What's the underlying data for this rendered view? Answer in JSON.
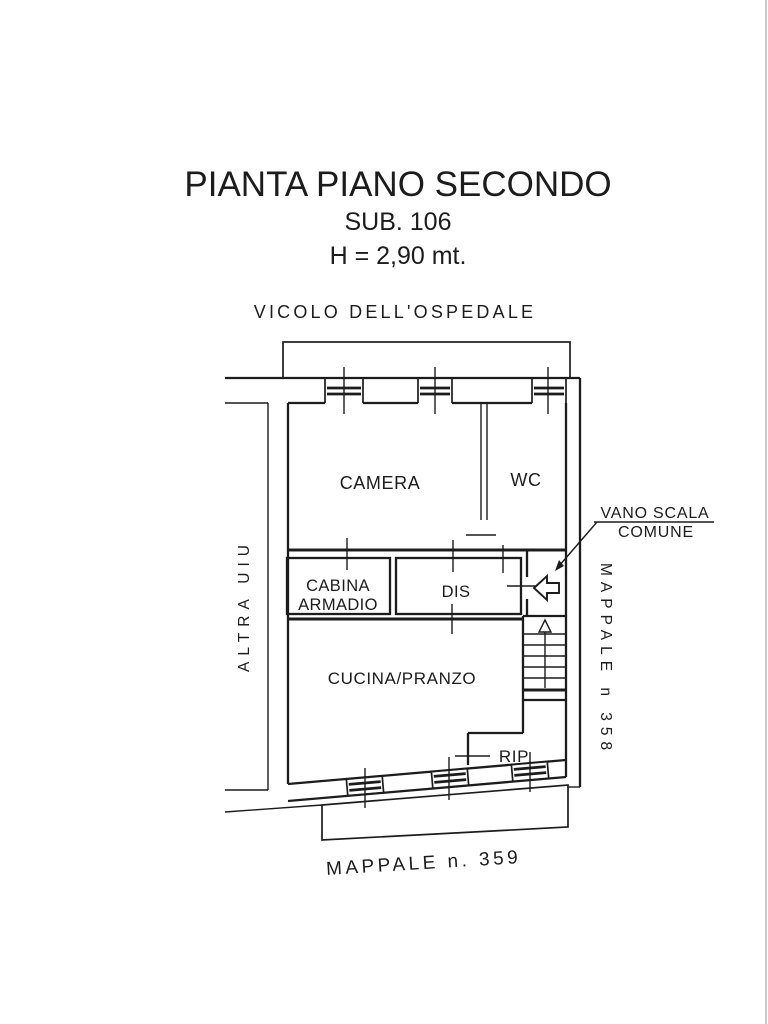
{
  "colors": {
    "background": "#ffffff",
    "ink": "#1c1c1c"
  },
  "header": {
    "title": "PIANTA PIANO SECONDO",
    "subtitle": "SUB. 106",
    "height_note": "H = 2,90 mt."
  },
  "plan": {
    "street_label": "VICOLO DELL'OSPEDALE",
    "adjacent_unit_label": "ALTRA UIU",
    "parcel_right_label": "MAPPALE n 358",
    "parcel_bottom_label": "MAPPALE n. 359",
    "stairwell_note": {
      "line1": "VANO SCALA",
      "line2": "COMUNE"
    },
    "rooms": {
      "camera": "CAMERA",
      "wc": "WC",
      "cabina_line1": "CABINA",
      "cabina_line2": "ARMADIO",
      "dis": "DIS",
      "cucina": "CUCINA/PRANZO",
      "rip": "RIP"
    }
  }
}
